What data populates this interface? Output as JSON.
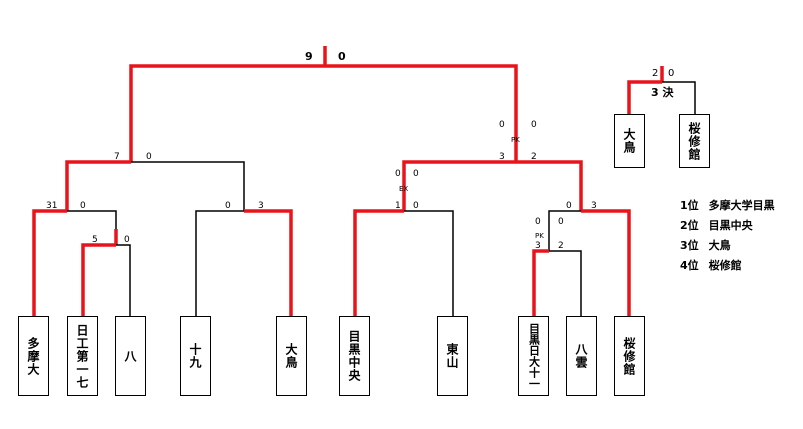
{
  "teams": [
    {
      "name": "多摩大"
    },
    {
      "name": "日工第一七"
    },
    {
      "name": "八"
    },
    {
      "name": "十九"
    },
    {
      "name": "大鳥"
    },
    {
      "name": "目黒中央"
    },
    {
      "name": "東山"
    },
    {
      "name": "目黒日大十一"
    },
    {
      "name": "八雲"
    },
    {
      "name": "桜修館"
    }
  ],
  "scores": {
    "final_left": "9",
    "final_right": "0",
    "semi1_left": "7",
    "semi1_right": "0",
    "semi2_pk_left": "0",
    "semi2_pk_right": "0",
    "semi2_left": "3",
    "semi2_right": "2",
    "qf1_left": "31",
    "qf1_right": "0",
    "qf2_left": "0",
    "qf2_right": "3",
    "qf3_ex_left": "0",
    "qf3_ex_right": "0",
    "qf3_left": "1",
    "qf3_right": "0",
    "qf4_left": "0",
    "qf4_right": "3",
    "r1a_left": "5",
    "r1a_right": "0",
    "r1b_pk_left": "0",
    "r1b_pk_right": "0",
    "r1b_left": "3",
    "r1b_right": "2",
    "third_left": "2",
    "third_right": "0"
  },
  "notes": {
    "pk_semi": "PK",
    "ex_qf": "EX",
    "pk_r1": "PK"
  },
  "third_place": {
    "label": "3 決",
    "teams": [
      {
        "name": "大鳥"
      },
      {
        "name": "桜修館"
      }
    ]
  },
  "ranking": [
    {
      "place": "1位",
      "team": "多摩大学目黒"
    },
    {
      "place": "2位",
      "team": "目黒中央"
    },
    {
      "place": "3位",
      "team": "大鳥"
    },
    {
      "place": "4位",
      "team": "桜修館"
    }
  ],
  "colors": {
    "winner_line": "#e8141b",
    "line": "#000000"
  }
}
